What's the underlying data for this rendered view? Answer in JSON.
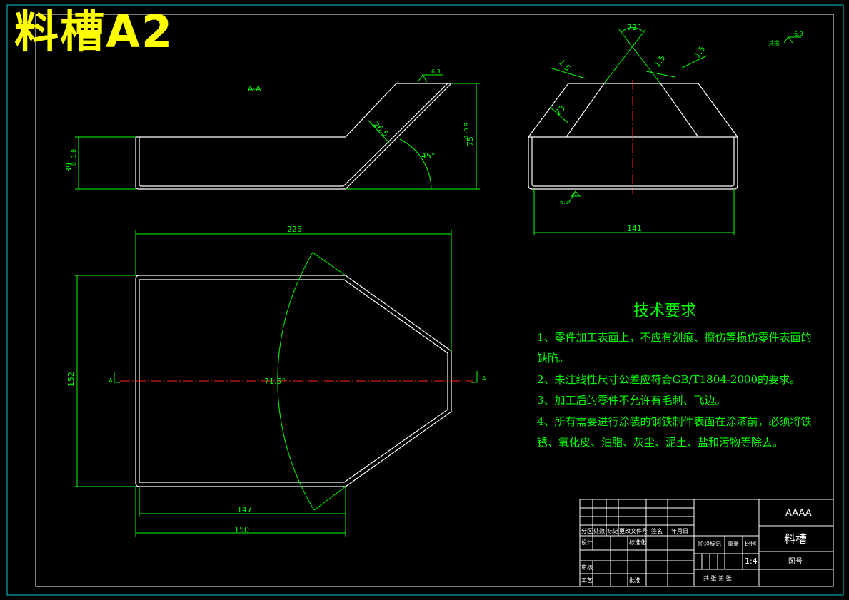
{
  "title": "料槽A2",
  "colors": {
    "background": "#000000",
    "outline": "#ffffff",
    "dimension": "#00ff00",
    "centerline": "#ff2020",
    "title": "#ffff00",
    "frame": "#00c8c8"
  },
  "front_view": {
    "section_mark": "A-A",
    "dim_height": "39",
    "dim_height_tol": "0 -1.8",
    "dim_slope": "26.5",
    "dim_angle": "45°",
    "dim_total_height": "75",
    "dim_total_height_tol": "0 -0.9",
    "roughness": "6.3"
  },
  "side_view": {
    "dim_angle": "72°",
    "dim_thick_left": "1.5",
    "dim_thick_mid": "1.5",
    "dim_thick_right": "1.5",
    "dim_inner": "23",
    "dim_width": "141",
    "roughness_bottom": "6.3",
    "roughness_corner_label": "其余",
    "roughness_corner": "6.3"
  },
  "top_view": {
    "dim_length": "225",
    "dim_width": "152",
    "dim_angle": "71.5°",
    "dim_147": "147",
    "dim_150": "150",
    "section_left": "A",
    "section_right": "A"
  },
  "tech_requirements": {
    "heading": "技术要求",
    "lines": [
      "1、零件加工表面上，不应有划痕、擦伤等损伤零件表面的",
      "缺陷。",
      "2、未注线性尺寸公差应符合GB/T1804-2000的要求。",
      "3、加工后的零件不允许有毛刺、飞边。",
      "4、所有需要进行涂装的钢铁制件表面在涂漆前，必须将铁",
      "锈、氧化皮、油脂、灰尘、泥土、盐和污物等除去。"
    ]
  },
  "title_block": {
    "company": "AAAA",
    "part_name": "料槽",
    "drawing_no_label": "图号",
    "scale_label": "比例",
    "scale": "1:4",
    "weight_label": "重量",
    "stage_label": "阶段标记",
    "sheet_label": "共  张  第  张",
    "cols": [
      "分区",
      "处数",
      "标记",
      "更改文件号",
      "签名",
      "年月日"
    ],
    "design": "设计",
    "standardize": "标准化",
    "review": "审核",
    "process": "工艺",
    "approve": "批准"
  }
}
